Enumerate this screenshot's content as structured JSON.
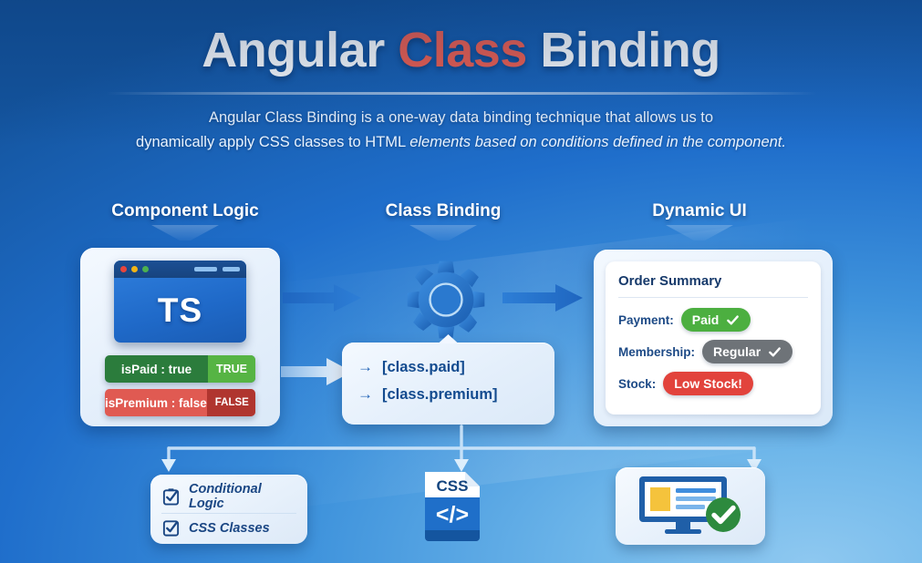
{
  "header": {
    "title_part1": "Angular ",
    "title_accent": "Class",
    "title_part2": " Binding",
    "subtitle_line1": "Angular Class Binding is a one-way data binding technique that allows us to",
    "subtitle_line2a": "dynamically apply CSS classes to HTML ",
    "subtitle_line2b": "elements based on conditions defined in the component."
  },
  "columns": {
    "component_logic": "Component Logic",
    "class_binding": "Class Binding",
    "dynamic_ui": "Dynamic UI"
  },
  "component_logic": {
    "editor_language": "TS",
    "flags": [
      {
        "label": "isPaid : true",
        "chip": "TRUE",
        "state": "true"
      },
      {
        "label": "isPremium : false",
        "chip": "FALSE",
        "state": "false"
      }
    ]
  },
  "class_binding": {
    "bindings": [
      {
        "arrow": "→",
        "text": "[class.paid]"
      },
      {
        "arrow": "→",
        "text": "[class.premium]"
      }
    ]
  },
  "dynamic_ui": {
    "card_title": "Order Summary",
    "rows": [
      {
        "label": "Payment:",
        "value": "Paid",
        "color": "#4caf40",
        "check": true
      },
      {
        "label": "Membership:",
        "value": "Regular",
        "color": "#6e7378",
        "check": true
      },
      {
        "label": "Stock:",
        "value": "Low Stock!",
        "color": "#e2433c",
        "check": false
      }
    ]
  },
  "footer": {
    "checklist": [
      {
        "text": "Conditional Logic"
      },
      {
        "text": "CSS Classes"
      }
    ],
    "css_icon_label": "CSS",
    "css_icon_code": "</>"
  },
  "colors": {
    "background_deep": "#14559f",
    "background_light": "#8ec8f0",
    "accent_red": "#f4604f",
    "true_green": "#2b7c3c",
    "false_red": "#e05a52",
    "binding_blue": "#134b8f"
  }
}
